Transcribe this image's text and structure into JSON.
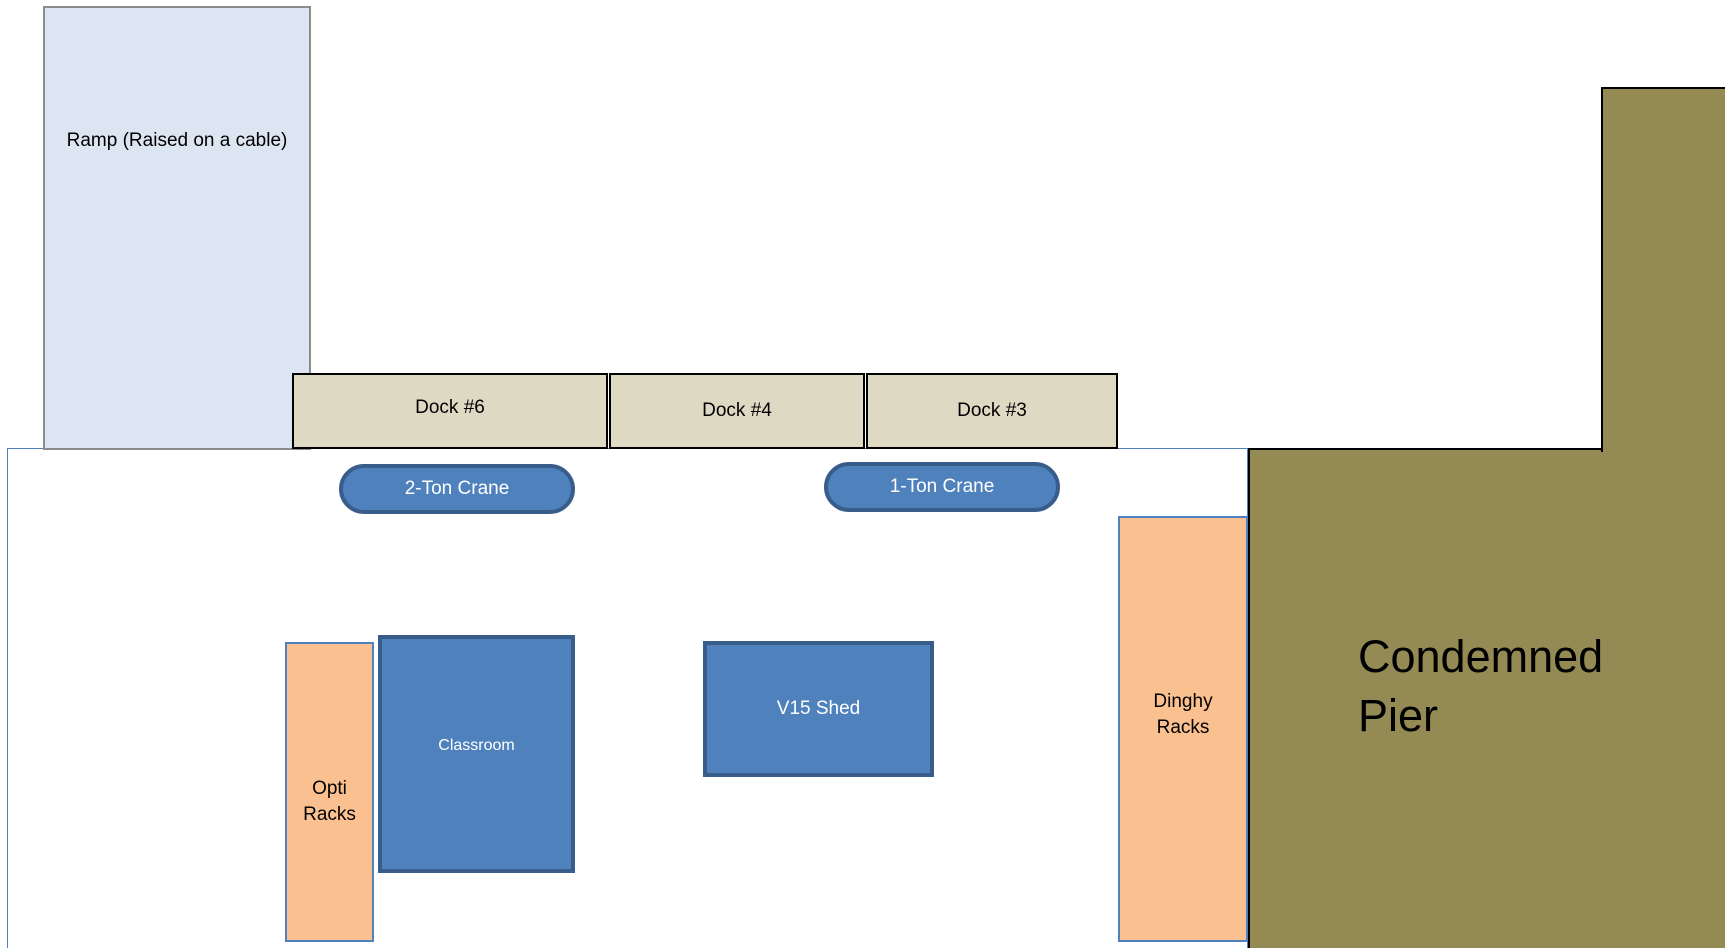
{
  "labels": {
    "ramp": "Ramp (Raised on a cable)",
    "dock6": "Dock #6",
    "dock4": "Dock #4",
    "dock3": "Dock #3",
    "crane2": "2-Ton Crane",
    "crane1": "1-Ton Crane",
    "opti_line1": "Opti",
    "opti_line2": "Racks",
    "classroom": "Classroom",
    "v15": "V15 Shed",
    "dinghy_line1": "Dinghy",
    "dinghy_line2": "Racks",
    "pier_line1": "Condemned",
    "pier_line2": "Pier"
  },
  "colors": {
    "ramp": "#dce6f2",
    "dock": "#ddd9c3",
    "blue_fill": "#4f81bd",
    "blue_border": "#385d8a",
    "rack": "#fac090",
    "pier": "#948a54"
  }
}
